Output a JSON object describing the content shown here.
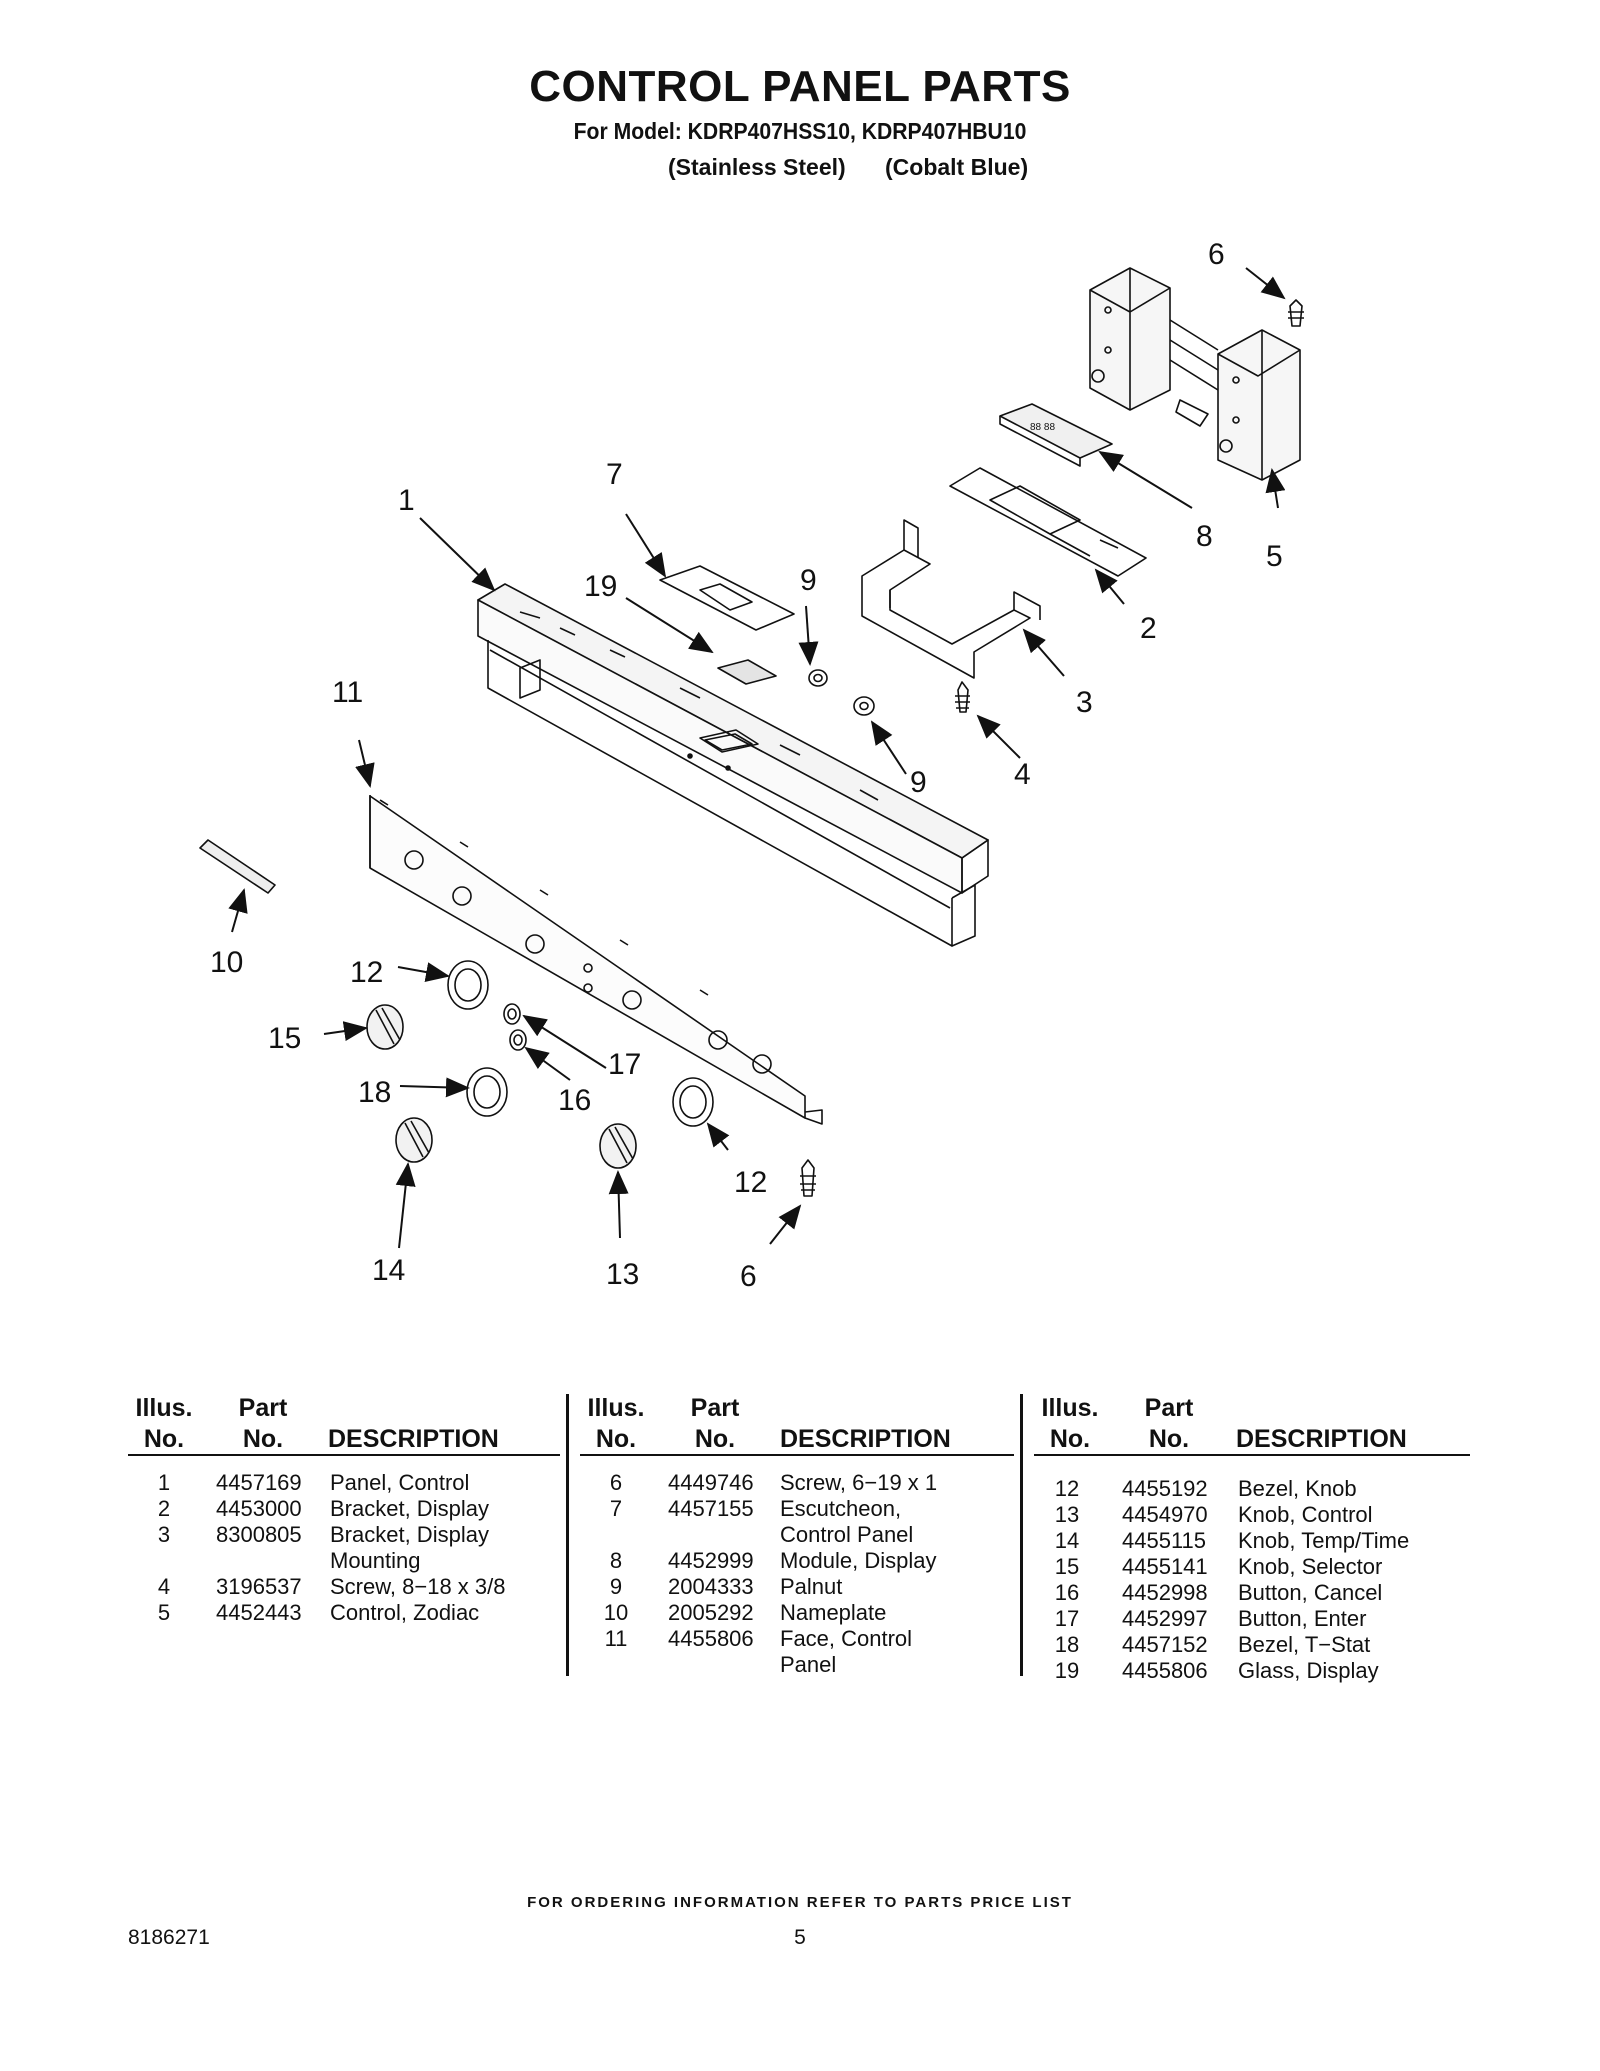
{
  "header": {
    "title": "CONTROL PANEL PARTS",
    "model_line": "For Model: KDRP407HSS10, KDRP407HBU10",
    "variant_1": "(Stainless Steel)",
    "variant_2": "(Cobalt Blue)"
  },
  "diagram": {
    "callouts": {
      "c1": "1",
      "c2": "2",
      "c3": "3",
      "c4": "4",
      "c5": "5",
      "c6a": "6",
      "c6b": "6",
      "c7": "7",
      "c8": "8",
      "c9a": "9",
      "c9b": "9",
      "c10": "10",
      "c11": "11",
      "c12a": "12",
      "c12b": "12",
      "c13": "13",
      "c14": "14",
      "c15": "15",
      "c16": "16",
      "c17": "17",
      "c18": "18",
      "c19": "19"
    },
    "display_digits": "88 88"
  },
  "table": {
    "headers": {
      "illus_1": "Illus.",
      "illus_2": "No.",
      "part_1": "Part",
      "part_2": "No.",
      "desc": "DESCRIPTION"
    },
    "col1": [
      {
        "no": "1",
        "part": "4457169",
        "desc": "Panel, Control",
        "desc2": ""
      },
      {
        "no": "2",
        "part": "4453000",
        "desc": "Bracket, Display",
        "desc2": ""
      },
      {
        "no": "3",
        "part": "8300805",
        "desc": "Bracket, Display",
        "desc2": "Mounting"
      },
      {
        "no": "4",
        "part": "3196537",
        "desc": "Screw, 8−18 x 3/8",
        "desc2": ""
      },
      {
        "no": "5",
        "part": "4452443",
        "desc": "Control, Zodiac",
        "desc2": ""
      }
    ],
    "col2": [
      {
        "no": "6",
        "part": "4449746",
        "desc": "Screw, 6−19 x 1",
        "desc2": ""
      },
      {
        "no": "7",
        "part": "4457155",
        "desc": "Escutcheon,",
        "desc2": "Control Panel"
      },
      {
        "no": "8",
        "part": "4452999",
        "desc": "Module, Display",
        "desc2": ""
      },
      {
        "no": "9",
        "part": "2004333",
        "desc": "Palnut",
        "desc2": ""
      },
      {
        "no": "10",
        "part": "2005292",
        "desc": "Nameplate",
        "desc2": ""
      },
      {
        "no": "11",
        "part": "4455806",
        "desc": "Face, Control",
        "desc2": "Panel"
      }
    ],
    "col3": [
      {
        "no": "12",
        "part": "4455192",
        "desc": "Bezel, Knob"
      },
      {
        "no": "13",
        "part": "4454970",
        "desc": "Knob, Control"
      },
      {
        "no": "14",
        "part": "4455115",
        "desc": "Knob, Temp/Time"
      },
      {
        "no": "15",
        "part": "4455141",
        "desc": "Knob, Selector"
      },
      {
        "no": "16",
        "part": "4452998",
        "desc": "Button, Cancel"
      },
      {
        "no": "17",
        "part": "4452997",
        "desc": "Button, Enter"
      },
      {
        "no": "18",
        "part": "4457152",
        "desc": "Bezel, T−Stat"
      },
      {
        "no": "19",
        "part": "4455806",
        "desc": "Glass, Display"
      }
    ]
  },
  "footer": {
    "note": "FOR ORDERING INFORMATION REFER TO PARTS PRICE LIST",
    "doc_number": "8186271",
    "page_number": "5"
  }
}
